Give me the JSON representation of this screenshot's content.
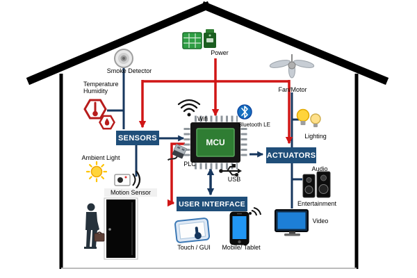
{
  "colors": {
    "box_blue": "#1F4E79",
    "line_blue": "#17375E",
    "line_red": "#D01616",
    "hex_red": "#B71C1C",
    "chip_green": "#2F7D33"
  },
  "boxes": {
    "sensors": "SENSORS",
    "actuators": "ACTUATORS",
    "user_interface": "USER INTERFACE",
    "mcu": "MCU"
  },
  "labels": {
    "smoke_detector": "Smoke Detector",
    "temperature": "Temperature",
    "humidity": "Humidity",
    "ambient_light": "Ambient Light",
    "motion_sensor": "Motion Sensor",
    "power": "Power",
    "wifi": "Wifi",
    "bluetooth_le": "Bluetooth LE",
    "plc": "PLC",
    "usb": "USB",
    "fan_motor": "Fan/Motor",
    "lighting": "Lighting",
    "audio": "Audio",
    "entertainment": "Entertainment",
    "video": "Video",
    "touch_gui": "Touch / GUI",
    "mobile_tablet": "Mobile/ Tablet"
  }
}
